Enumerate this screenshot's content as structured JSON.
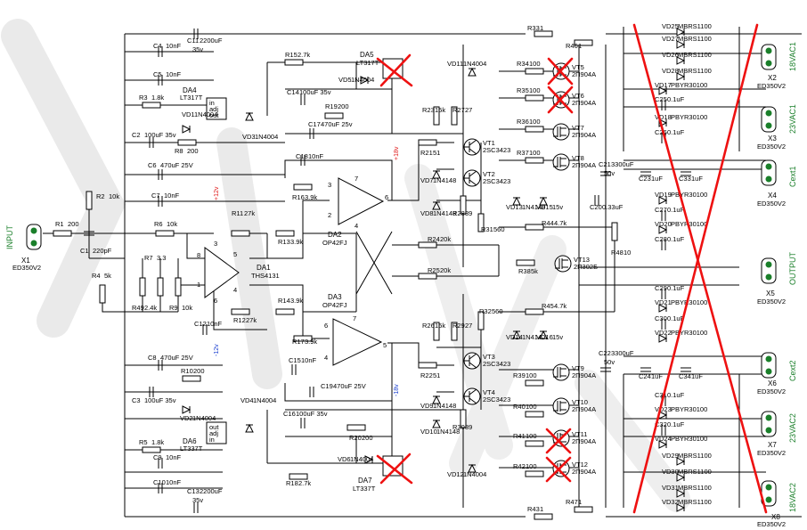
{
  "colors": {
    "wire": "#000000",
    "cross": "#ee1111",
    "connector": "#1a7f2a",
    "pos_rail": "#e01818",
    "neg_rail": "#1a3fd0",
    "watermark": "#e6e6e6"
  },
  "watermark": {
    "text": "YKA ✓",
    "alt": "large light-grey watermark letters across the schematic"
  },
  "input": {
    "label": "INPUT",
    "connector": "X1",
    "connector_type": "ED350V2"
  },
  "output": {
    "label": "OUTPUT",
    "connector": "X5",
    "connector_type": "ED350V2"
  },
  "connectors": [
    {
      "id": "X2",
      "type": "ED350V2",
      "label": "18VAC1"
    },
    {
      "id": "X3",
      "type": "ED350V2",
      "label": "23VAC1"
    },
    {
      "id": "X4",
      "type": "ED350V2",
      "label": "Cext1"
    },
    {
      "id": "X6",
      "type": "ED350V2",
      "label": "Cext2"
    },
    {
      "id": "X7",
      "type": "ED350V2",
      "label": "23VAC2"
    },
    {
      "id": "X8",
      "type": "ED350V2",
      "label": "18VAC2"
    }
  ],
  "rails": {
    "plus12": "+12v",
    "minus12": "-12v",
    "plus18": "+18v",
    "minus18": "-18v"
  },
  "ics": [
    {
      "id": "DA1",
      "part": "THS4131"
    },
    {
      "id": "DA2",
      "part": "OP42FJ"
    },
    {
      "id": "DA3",
      "part": "OP42FJ"
    },
    {
      "id": "DA4",
      "part": "LT317T"
    },
    {
      "id": "DA5",
      "part": "LT317T"
    },
    {
      "id": "DA6",
      "part": "LT337T"
    },
    {
      "id": "DA7",
      "part": "LT337T"
    }
  ],
  "ic_pins": {
    "in": "in",
    "adj": "adj",
    "out": "out",
    "p2": "2",
    "p3": "3",
    "p6": "6",
    "p4": "4",
    "p7": "7",
    "p8": "8",
    "p5": "5",
    "p1": "1"
  },
  "left_input": [
    {
      "id": "R1",
      "val": "200"
    },
    {
      "id": "R2",
      "val": "10k"
    },
    {
      "id": "C1",
      "val": "220pF"
    },
    {
      "id": "R6",
      "val": "10k"
    },
    {
      "id": "R7",
      "val": "3.3"
    },
    {
      "id": "R4",
      "val": "5k"
    },
    {
      "id": "R49",
      "val": "2.4k"
    },
    {
      "id": "R9",
      "val": "10k"
    },
    {
      "id": "C12",
      "val": "10nF"
    },
    {
      "id": "R11",
      "val": "27k"
    },
    {
      "id": "R12",
      "val": "27k"
    },
    {
      "id": "R13",
      "val": "3.9k"
    },
    {
      "id": "R14",
      "val": "3.9k"
    }
  ],
  "pos_reg": [
    {
      "id": "C11",
      "val": "2200uF",
      "volt": "35v"
    },
    {
      "id": "C4",
      "val": "10nF"
    },
    {
      "id": "C5",
      "val": "10nF"
    },
    {
      "id": "R3",
      "val": "1.8k"
    },
    {
      "id": "VD1",
      "val": "1N4004"
    },
    {
      "id": "C2",
      "val": "100uF 35v"
    },
    {
      "id": "R8",
      "val": "200"
    },
    {
      "id": "VD3",
      "val": "1N4004"
    },
    {
      "id": "C6",
      "val": "470uF 25V"
    },
    {
      "id": "C7",
      "val": "10nF"
    }
  ],
  "neg_reg": [
    {
      "id": "C8",
      "val": "470uF 25V"
    },
    {
      "id": "C3",
      "val": "100uF 35v"
    },
    {
      "id": "R10",
      "val": "200"
    },
    {
      "id": "VD2",
      "val": "1N4004"
    },
    {
      "id": "VD4",
      "val": "1N4004"
    },
    {
      "id": "R5",
      "val": "1.8k"
    },
    {
      "id": "C9",
      "val": "10nF"
    },
    {
      "id": "C10",
      "val": "10nF"
    },
    {
      "id": "C13",
      "val": "2200uF",
      "volt": "35v"
    }
  ],
  "upper_mid": [
    {
      "id": "R15",
      "val": "2.7k"
    },
    {
      "id": "VD5",
      "val": "1N4004"
    },
    {
      "id": "C14",
      "val": "100uF 35v"
    },
    {
      "id": "R19",
      "val": "200"
    },
    {
      "id": "C17",
      "val": "470uF 25v"
    },
    {
      "id": "C18",
      "val": "10nF"
    },
    {
      "id": "R16",
      "val": "3.9k"
    }
  ],
  "lower_mid": [
    {
      "id": "R17",
      "val": "3.9k"
    },
    {
      "id": "C15",
      "val": "10nF"
    },
    {
      "id": "C19",
      "val": "470uF 25V"
    },
    {
      "id": "C16",
      "val": "100uF 35v"
    },
    {
      "id": "R20",
      "val": "200"
    },
    {
      "id": "VD6",
      "val": "1N4004"
    },
    {
      "id": "R18",
      "val": "2.7k"
    }
  ],
  "driver_upper": [
    {
      "id": "R33",
      "val": "1"
    },
    {
      "id": "VD11",
      "val": "1N4004"
    },
    {
      "id": "R23",
      "val": "15k"
    },
    {
      "id": "R27",
      "val": "27"
    },
    {
      "id": "R21",
      "val": "51"
    },
    {
      "id": "VD7",
      "val": "1N4148"
    },
    {
      "id": "VD8",
      "val": "1N4148"
    },
    {
      "id": "R28",
      "val": "39"
    },
    {
      "id": "R31",
      "val": "560"
    },
    {
      "id": "R24",
      "val": "20k"
    }
  ],
  "driver_lower": [
    {
      "id": "R25",
      "val": "20k"
    },
    {
      "id": "R26",
      "val": "15k"
    },
    {
      "id": "R29",
      "val": "27"
    },
    {
      "id": "R32",
      "val": "560"
    },
    {
      "id": "R22",
      "val": "51"
    },
    {
      "id": "VD9",
      "val": "1N4148"
    },
    {
      "id": "VD10",
      "val": "1N4148"
    },
    {
      "id": "R30",
      "val": "39"
    },
    {
      "id": "VD12",
      "val": "1N4004"
    },
    {
      "id": "R43",
      "val": "1"
    }
  ],
  "transistors": [
    {
      "id": "VT1",
      "part": "2SC3423"
    },
    {
      "id": "VT2",
      "part": "2SC3423"
    },
    {
      "id": "VT3",
      "part": "2SC3423"
    },
    {
      "id": "VT4",
      "part": "2SC3423"
    },
    {
      "id": "VT5",
      "part": "2П904А"
    },
    {
      "id": "VT6",
      "part": "2П904А"
    },
    {
      "id": "VT7",
      "part": "2П904А"
    },
    {
      "id": "VT8",
      "part": "2П904А"
    },
    {
      "id": "VT9",
      "part": "2П904А"
    },
    {
      "id": "VT10",
      "part": "2П904А"
    },
    {
      "id": "VT11",
      "part": "2П904А"
    },
    {
      "id": "VT12",
      "part": "2П904А"
    },
    {
      "id": "VT13",
      "part": "2П302Б"
    }
  ],
  "output_stage": [
    {
      "id": "R34",
      "val": "100"
    },
    {
      "id": "R35",
      "val": "100"
    },
    {
      "id": "R36",
      "val": "100"
    },
    {
      "id": "R37",
      "val": "100"
    },
    {
      "id": "R46",
      "val": "1"
    },
    {
      "id": "C21",
      "val": "3300uF",
      "volt": "50v"
    },
    {
      "id": "VD13",
      "val": "1N4148"
    },
    {
      "id": "VD15",
      "val": "15v"
    },
    {
      "id": "C20",
      "val": "0.33uF"
    },
    {
      "id": "R44",
      "val": "4.7k"
    },
    {
      "id": "R48",
      "val": "10"
    },
    {
      "id": "R38",
      "val": "5k"
    },
    {
      "id": "R45",
      "val": "4.7k"
    },
    {
      "id": "VD14",
      "val": "1N4148"
    },
    {
      "id": "VD16",
      "val": "15v"
    },
    {
      "id": "C22",
      "val": "3300uF",
      "volt": "50v"
    },
    {
      "id": "R39",
      "val": "100"
    },
    {
      "id": "R40",
      "val": "100"
    },
    {
      "id": "R41",
      "val": "100"
    },
    {
      "id": "R42",
      "val": "100"
    },
    {
      "id": "R47",
      "val": "1"
    }
  ],
  "supply_upper": [
    {
      "id": "VD25",
      "val": "MBRS1100"
    },
    {
      "id": "VD27",
      "val": "MBRS1100"
    },
    {
      "id": "VD26",
      "val": "MBRS1100"
    },
    {
      "id": "VD28",
      "val": "MBRS1100"
    },
    {
      "id": "VD17",
      "val": "PBYR30100"
    },
    {
      "id": "C25",
      "val": "0.1uF"
    },
    {
      "id": "VD18",
      "val": "PBYR30100"
    },
    {
      "id": "C26",
      "val": "0.1uF"
    },
    {
      "id": "C23",
      "val": "1uF"
    },
    {
      "id": "C33",
      "val": "1uF"
    },
    {
      "id": "VD19",
      "val": "PBYR30100"
    },
    {
      "id": "C27",
      "val": "0.1uF"
    },
    {
      "id": "VD20",
      "val": "PBYR30100"
    },
    {
      "id": "C28",
      "val": "0.1uF"
    }
  ],
  "supply_lower": [
    {
      "id": "C29",
      "val": "0.1uF"
    },
    {
      "id": "VD21",
      "val": "PBYR30100"
    },
    {
      "id": "C30",
      "val": "0.1uF"
    },
    {
      "id": "VD22",
      "val": "PBYR30100"
    },
    {
      "id": "C24",
      "val": "1uF"
    },
    {
      "id": "C34",
      "val": "1uF"
    },
    {
      "id": "C31",
      "val": "0.1uF"
    },
    {
      "id": "VD23",
      "val": "PBYR30100"
    },
    {
      "id": "C32",
      "val": "0.1uF"
    },
    {
      "id": "VD24",
      "val": "PBYR30100"
    },
    {
      "id": "VD29",
      "val": "MBRS1100"
    },
    {
      "id": "VD30",
      "val": "MBRS1100"
    },
    {
      "id": "VD31",
      "val": "MBRS1100"
    },
    {
      "id": "VD32",
      "val": "MBRS1100"
    }
  ]
}
